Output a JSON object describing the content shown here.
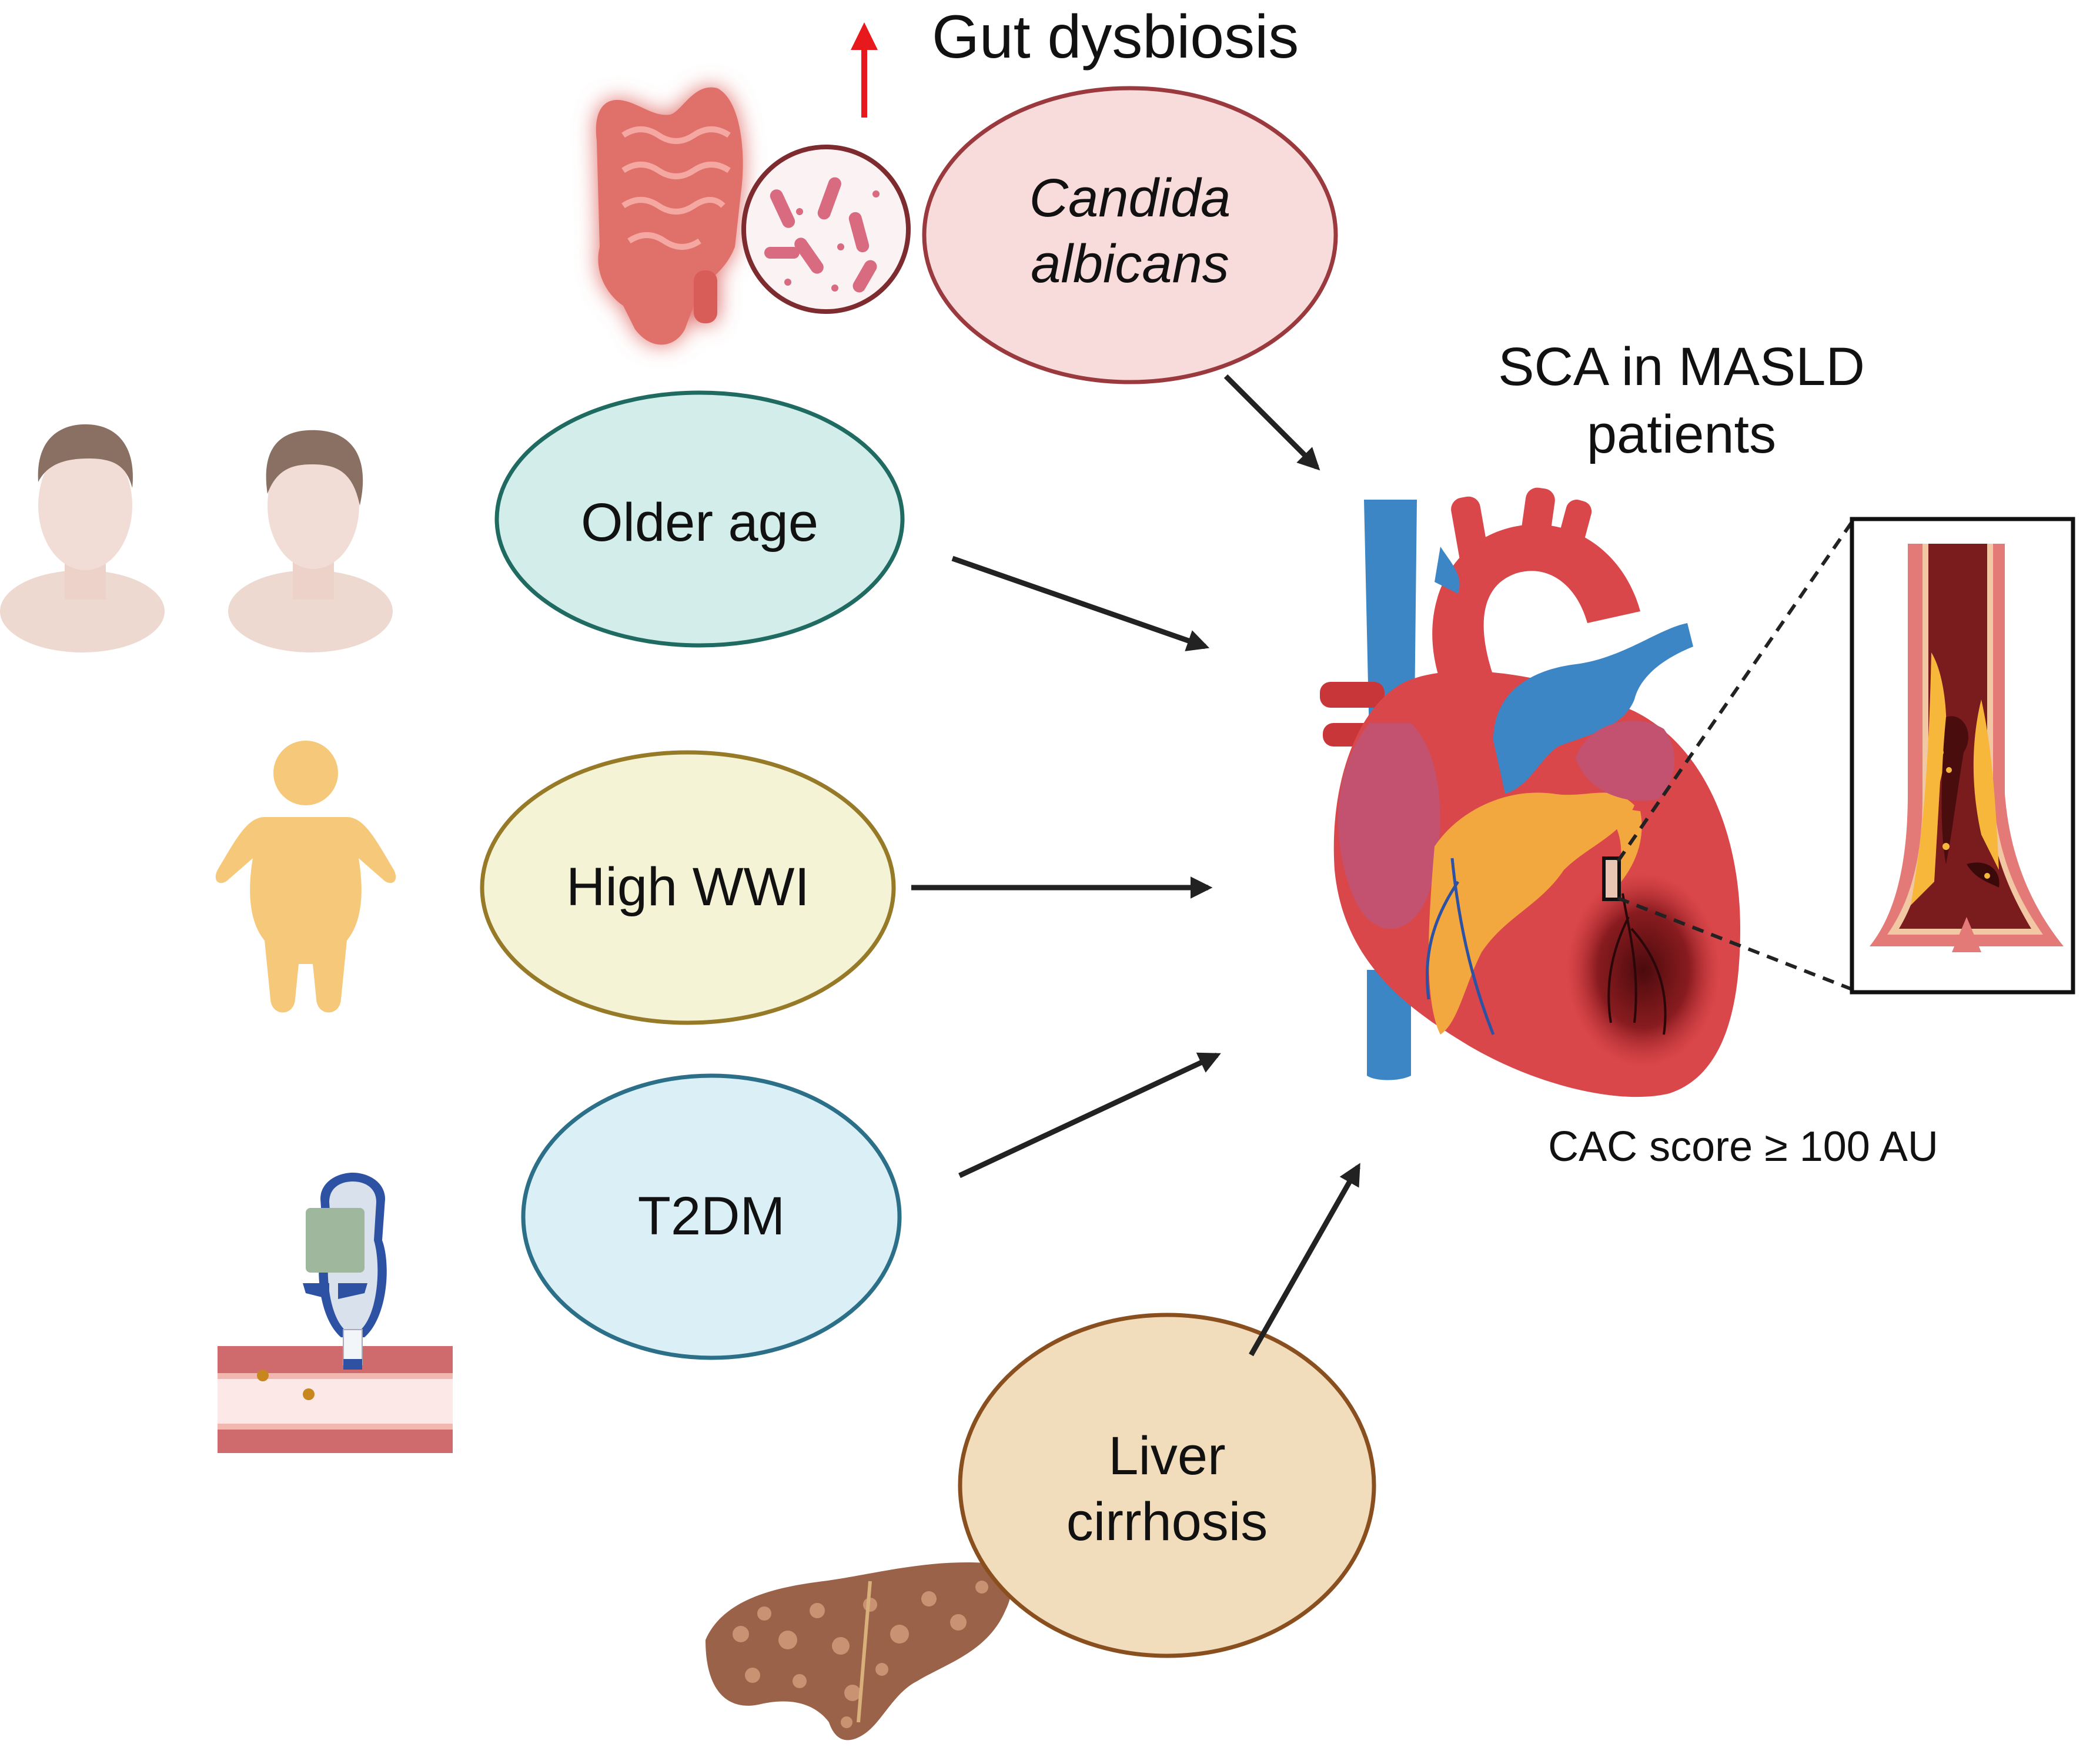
{
  "gut": {
    "heading": "Gut dysbiosis",
    "arrow_color": "#e8191c",
    "organism_line1": "Candida",
    "organism_line2": "albicans",
    "fill": "#f8dcdc",
    "stroke": "#9b3a3e"
  },
  "outcome": {
    "title_line1": "SCA in MASLD",
    "title_line2": "patients",
    "criterion": "CAC score ≥ 100 AU"
  },
  "factors": [
    {
      "id": "older-age",
      "label": "Older age",
      "fill": "#d3eeea",
      "stroke": "#1f6b62"
    },
    {
      "id": "high-wwi",
      "label": "High WWI",
      "fill": "#f5f3d6",
      "stroke": "#967a28"
    },
    {
      "id": "t2dm",
      "label": "T2DM",
      "fill": "#dbf0f6",
      "stroke": "#2c6f88"
    },
    {
      "id": "liver-cirrhosis",
      "label_line1": "Liver",
      "label_line2": "cirrhosis",
      "fill": "#f1dcbb",
      "stroke": "#8a4f1f"
    }
  ],
  "colors": {
    "arrow": "#222222",
    "heart_red": "#d9474a",
    "heart_dark": "#b42a30",
    "vessel_blue": "#3c86c6",
    "plaque_yellow": "#f6b73a"
  }
}
